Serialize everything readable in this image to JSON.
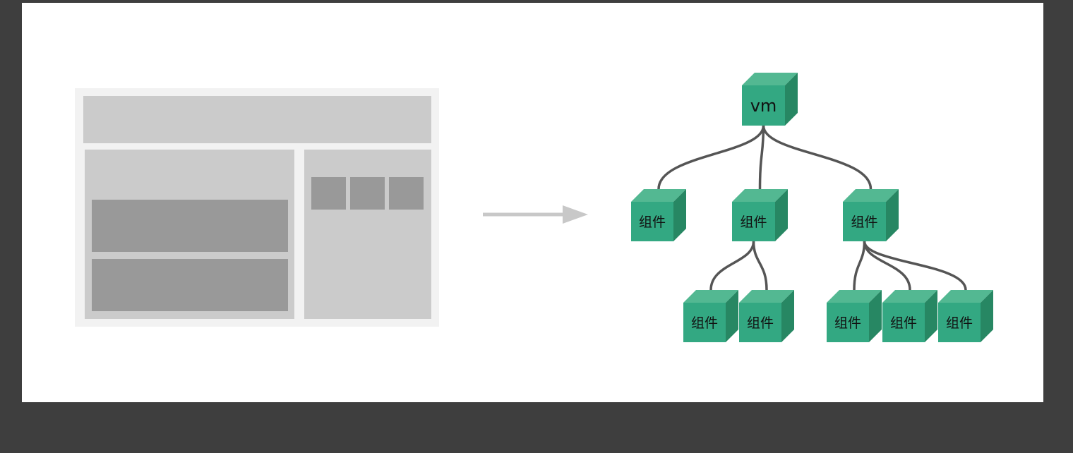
{
  "diagram": {
    "root": {
      "label": "vm"
    },
    "nodes": [
      {
        "id": "c1",
        "label": "组件"
      },
      {
        "id": "c2",
        "label": "组件"
      },
      {
        "id": "c3",
        "label": "组件"
      },
      {
        "id": "c4",
        "label": "组件"
      },
      {
        "id": "c5",
        "label": "组件"
      },
      {
        "id": "c6",
        "label": "组件"
      },
      {
        "id": "c7",
        "label": "组件"
      },
      {
        "id": "c8",
        "label": "组件"
      }
    ],
    "edges": [
      [
        "root",
        "c1"
      ],
      [
        "root",
        "c2"
      ],
      [
        "root",
        "c3"
      ],
      [
        "c2",
        "c4"
      ],
      [
        "c2",
        "c5"
      ],
      [
        "c3",
        "c6"
      ],
      [
        "c3",
        "c7"
      ],
      [
        "c3",
        "c8"
      ]
    ],
    "colors": {
      "cube_front": "#33a882",
      "cube_top": "#53b892",
      "cube_side": "#278763",
      "line": "#555555",
      "arrow": "#c8c8c8"
    }
  }
}
